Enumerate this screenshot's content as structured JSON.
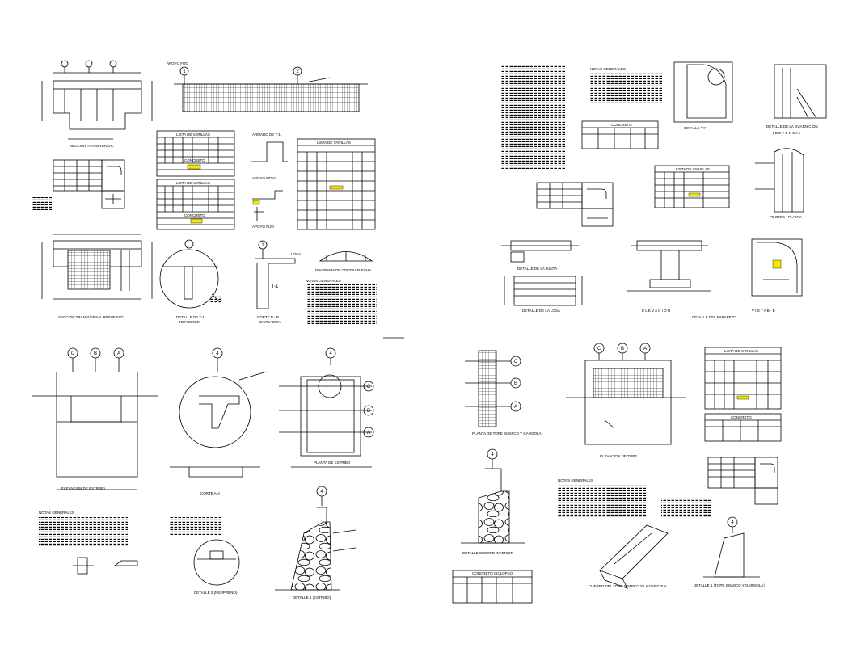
{
  "sheet": {
    "background": "#ffffff",
    "ink": "#000000",
    "accent": "#f5e600"
  },
  "labels": {
    "seccion_transversal": "SECCION TRANSVERSAL",
    "apoyo_fijo": "APOYO FIJO",
    "armado_t1": "ARMADO DE T-1",
    "apoyo_movil": "APOYO MOVIL",
    "apoyo_fijo_2": "APOYO FIJO",
    "lista_varillas_a": "LISTA DE VARILLAS",
    "concreto_a": "CONCRETO",
    "lista_varillas_b": "LISTA DE VARILLAS",
    "concreto_b": "CONCRETO",
    "lista_varillas_c": "LISTA DE VARILLAS",
    "seccion_refuerzo": "SECCION TRANSVERSAL REFUERZO",
    "detalle_t1": "DETALLE DE T-1",
    "refuerzo": "REFUERZO",
    "corte_bb": "CORTE B - B",
    "diafragma": "DIAFRAGMA",
    "diagrama_contraflecha": "DIAGRAMA DE CONTRAFLECHA",
    "notas_generales_1": "NOTAS GENERALES",
    "elevacion_estribo": "ELEVACION DE ESTRIBO",
    "corte_aa": "CORTE A-A",
    "planta_estribo": "PLANTA DE ESTRIBO",
    "notas_generales_2": "NOTAS GENERALES",
    "detalle_2": "DETALLE 2 (NEOPRENO)",
    "detalle_1": "DETALLE 1 (ESTRIBO)",
    "notas_generales_3": "NOTAS GENERALES",
    "detalle_a": "DETALLE \"A\"",
    "detalle_guarnicion": "DETALLE DE LA GUARNICION",
    "defensa": "( D E F E N S A )",
    "concreto_c": "CONCRETO",
    "lista_varillas_d": "LISTA DE VARILLAS",
    "pilotes": "PILOTES - PLANTA",
    "detalle_junta": "DETALLE DE LA JUNTA",
    "detalle_losa": "DETALLE DE LA LOSA",
    "elevacion": "E L E V A C I O N",
    "detalle_parapeto": "DETALLE DEL PARAPETO",
    "vista_bb": "V I S T A  B - B",
    "planta_tope": "PLANTA DE TOPE SISMICO Y GARGOLA",
    "elevacion_tope": "ELEVACION DE TOPE",
    "lista_varillas_e": "LISTA DE VARILLAS",
    "concreto_e": "CONCRETO",
    "detalle_cuerpo": "DETALLE CUERPO INFERIOR",
    "notas_generales_4": "NOTAS GENERALES",
    "cuerpo_tope": "CUERPO DEL TOPE SISMICO Y LA GARGOLA",
    "detalle_tope": "DETALLE 1 (TOPE SISMICO Y GARGOLA)",
    "concreto_ciclopeo": "CONCRETO CICLOPEO",
    "axis_1": "1",
    "axis_2": "2",
    "axis_4": "4",
    "axis_a": "A",
    "axis_b": "B",
    "axis_c": "C",
    "axis_t1": "T-1",
    "losa": "LOSA"
  }
}
